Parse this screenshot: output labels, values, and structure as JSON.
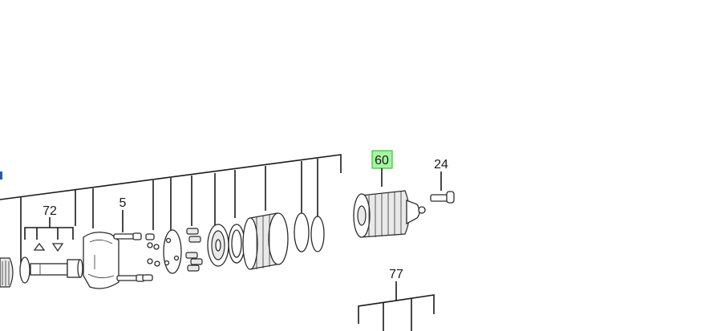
{
  "diagram": {
    "labels": {
      "part_72": "72",
      "part_5": "5",
      "part_60": "60",
      "part_24": "24",
      "part_77": "77"
    },
    "highlight": {
      "fill": "#a6f5a0",
      "stroke": "#3cbf3c"
    },
    "colors": {
      "line": "#1a1a1a",
      "fragment": "#1f5fa8"
    }
  }
}
